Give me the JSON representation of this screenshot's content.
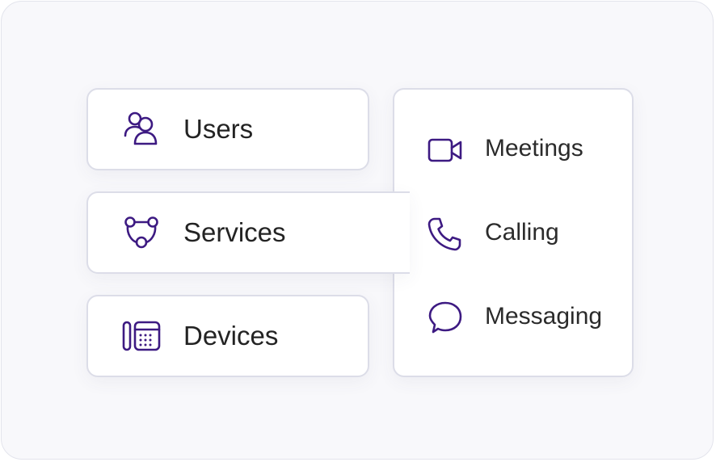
{
  "main_menu": {
    "items": [
      {
        "label": "Users",
        "icon": "users-icon"
      },
      {
        "label": "Services",
        "icon": "services-icon"
      },
      {
        "label": "Devices",
        "icon": "devices-icon"
      }
    ]
  },
  "services_panel": {
    "items": [
      {
        "label": "Meetings",
        "icon": "video-camera-icon"
      },
      {
        "label": "Calling",
        "icon": "phone-icon"
      },
      {
        "label": "Messaging",
        "icon": "chat-bubble-icon"
      }
    ]
  },
  "colors": {
    "icon": "#3d1a82",
    "text": "#232323",
    "card_border": "#dcdde8",
    "background": "#f8f8fb"
  }
}
